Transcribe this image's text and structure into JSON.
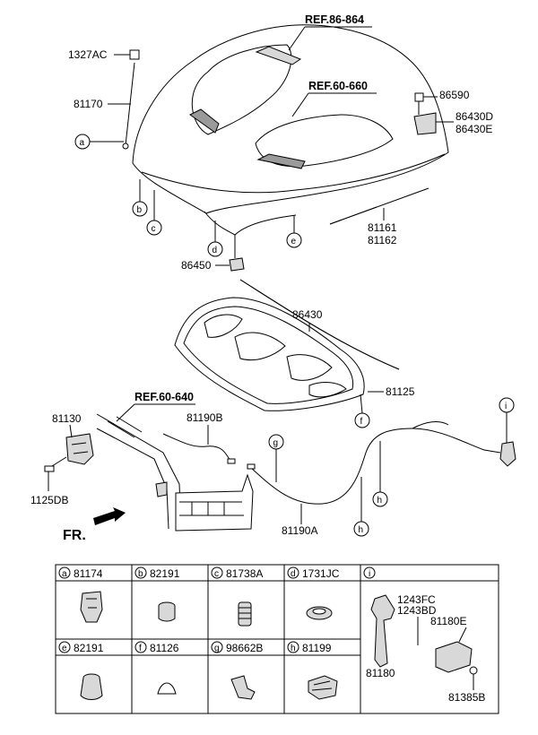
{
  "diagram": {
    "refs": {
      "ref_8664": "REF.86-864",
      "ref_6060": "REF.60-660",
      "ref_6040": "REF.60-640"
    },
    "parts": {
      "p1327AC": "1327AC",
      "p81170": "81170",
      "p86590": "86590",
      "p86430D": "86430D",
      "p86430E": "86430E",
      "p81161": "81161",
      "p81162": "81162",
      "p86450": "86450",
      "p86430": "86430",
      "p81125": "81125",
      "p81130": "81130",
      "p81190B": "81190B",
      "p1125DB": "1125DB",
      "p81190A": "81190A",
      "fr": "FR."
    },
    "callouts": {
      "a": "a",
      "b": "b",
      "c": "c",
      "d": "d",
      "e": "e",
      "f": "f",
      "g": "g",
      "h": "h",
      "i": "i"
    },
    "table": {
      "row1": [
        {
          "letter": "a",
          "part": "81174"
        },
        {
          "letter": "b",
          "part": "82191"
        },
        {
          "letter": "c",
          "part": "81738A"
        },
        {
          "letter": "d",
          "part": "1731JC"
        }
      ],
      "row2": [
        {
          "letter": "e",
          "part": "82191"
        },
        {
          "letter": "f",
          "part": "81126"
        },
        {
          "letter": "g",
          "part": "98662B"
        },
        {
          "letter": "h",
          "part": "81199"
        }
      ],
      "i_letter": "i",
      "i_parts": {
        "p1243FC": "1243FC",
        "p1243BD": "1243BD",
        "p81180E": "81180E",
        "p81180": "81180",
        "p81385B": "81385B"
      }
    }
  }
}
